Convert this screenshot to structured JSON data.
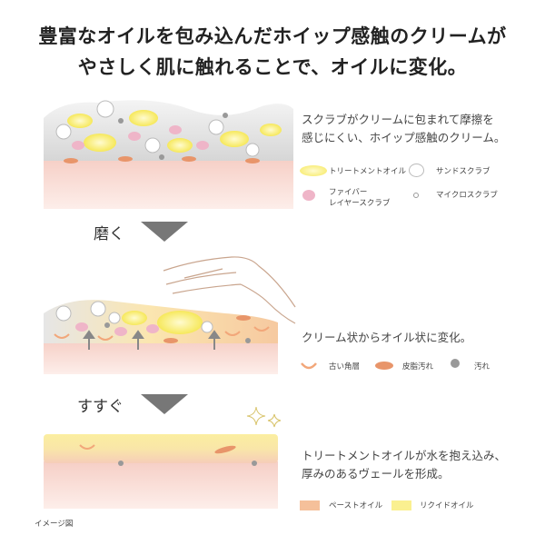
{
  "title": {
    "line1": "豊富なオイルを包み込んだホイップ感触のクリームが",
    "line2": "やさしく肌に触れることで、オイルに変化。"
  },
  "stage1": {
    "description_line1": "スクラブがクリームに包まれて摩擦を",
    "description_line2": "感じにくい、ホイップ感触のクリーム。",
    "legend": [
      {
        "label": "トリートメントオイル",
        "color": "#f7ec6a"
      },
      {
        "label": "サンドスクラブ",
        "color": "#ffffff"
      },
      {
        "label": "ファイバー\nレイヤースクラブ",
        "line1": "ファイバー",
        "line2": "レイヤースクラブ",
        "color": "#efb5c8"
      },
      {
        "label": "マイクロスクラブ",
        "color": "#ffffff"
      }
    ]
  },
  "step_rub": {
    "label": "磨く"
  },
  "stage2": {
    "description": "クリーム状からオイル状に変化。",
    "legend": [
      {
        "label": "古い角層",
        "color": "#f2a77a"
      },
      {
        "label": "皮脂汚れ",
        "color": "#e8956a"
      },
      {
        "label": "汚れ",
        "color": "#9a9a9a"
      }
    ]
  },
  "step_rinse": {
    "label": "すすぐ"
  },
  "stage3": {
    "description_line1": "トリートメントオイルが水を抱え込み、",
    "description_line2": "厚みのあるヴェールを形成。",
    "legend": [
      {
        "label": "ペーストオイル",
        "color": "#f5c09a"
      },
      {
        "label": "リクイドオイル",
        "color": "#faf090"
      }
    ]
  },
  "footnote": "イメージ図",
  "colors": {
    "skin": "#f9dcd6",
    "cream": "#e4e4e4",
    "arrow": "#777777"
  }
}
